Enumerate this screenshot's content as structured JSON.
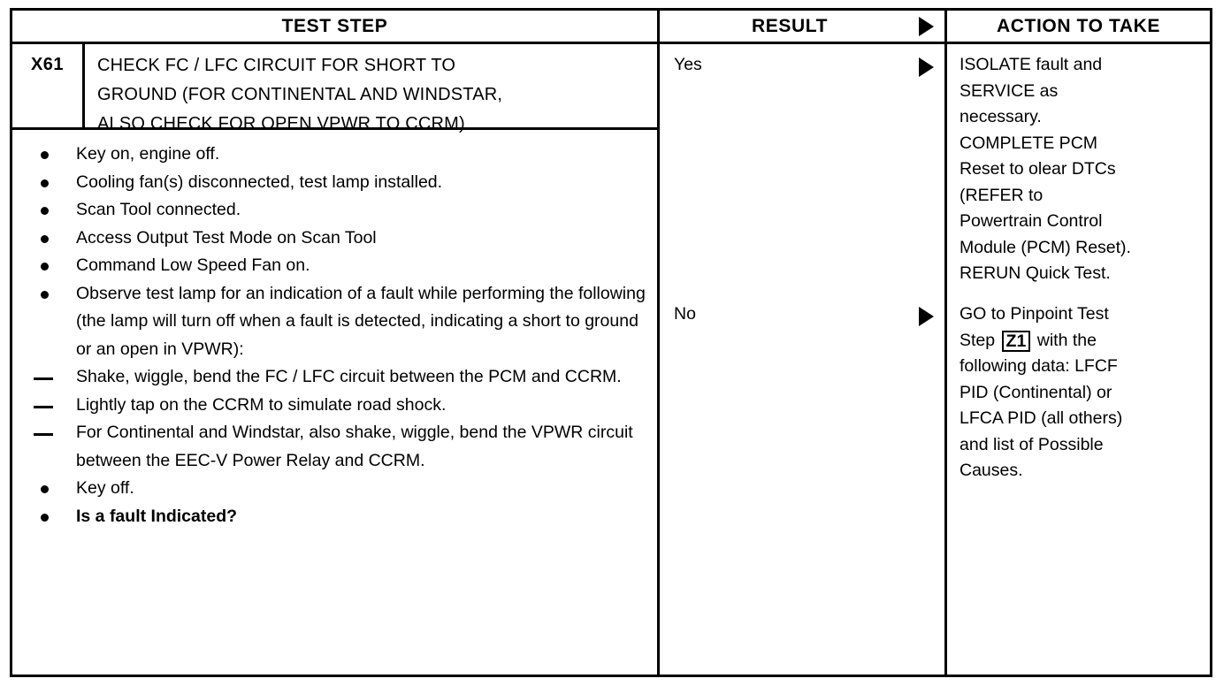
{
  "table": {
    "headers": {
      "test_step": "TEST STEP",
      "result": "RESULT",
      "action": "ACTION TO TAKE",
      "result_arrow_icon": "right-triangle-icon"
    },
    "step": {
      "id": "X61",
      "title_lines": [
        "CHECK FC / LFC CIRCUIT FOR SHORT TO",
        "GROUND (FOR CONTINENTAL AND WINDSTAR,",
        "ALSO CHECK FOR OPEN VPWR TO CCRM)"
      ]
    },
    "procedure": {
      "bullets": [
        {
          "text": "Key on, engine off.",
          "bold": false
        },
        {
          "text": "Cooling fan(s) disconnected, test lamp installed.",
          "bold": false
        },
        {
          "text": "Scan Tool connected.",
          "bold": false
        },
        {
          "text": "Access Output Test Mode on Scan Tool",
          "bold": false
        },
        {
          "text": "Command Low Speed Fan on.",
          "bold": false
        },
        {
          "text": "Observe test lamp for an indication of a fault while performing the following (the lamp will turn off when a fault is detected, indicating a short to ground or an open in VPWR):",
          "bold": false
        },
        {
          "text": "Key off.",
          "bold": false
        },
        {
          "text": "Is a fault Indicated?",
          "bold": true
        }
      ],
      "sub_items": [
        "Shake, wiggle, bend the FC / LFC circuit between the PCM and CCRM.",
        "Lightly tap on the CCRM to simulate road shock.",
        "For Continental and Windstar, also shake, wiggle, bend the VPWR circuit between the EEC-V Power Relay and CCRM."
      ]
    },
    "results": [
      {
        "label": "Yes",
        "arrow_icon": "right-triangle-icon",
        "action_lines": [
          "ISOLATE fault and",
          "SERVICE as",
          "necessary.",
          "COMPLETE PCM",
          "Reset to olear DTCs",
          "(REFER to",
          "Powertrain Control",
          "Module (PCM) Reset).",
          "RERUN Quick Test."
        ]
      },
      {
        "label": "No",
        "arrow_icon": "right-triangle-icon",
        "action_lines": [
          "GO to Pinpoint Test",
          "Step |Z1| with the",
          "following data: LFCF",
          "PID (Continental) or",
          "LFCA PID (all others)",
          "and list of Possible",
          "Causes."
        ],
        "boxed_reference": "Z1",
        "action_line2_prefix": "Step ",
        "action_line2_suffix": " with the"
      }
    ]
  },
  "colors": {
    "ink": "#000000",
    "paper": "#ffffff"
  }
}
